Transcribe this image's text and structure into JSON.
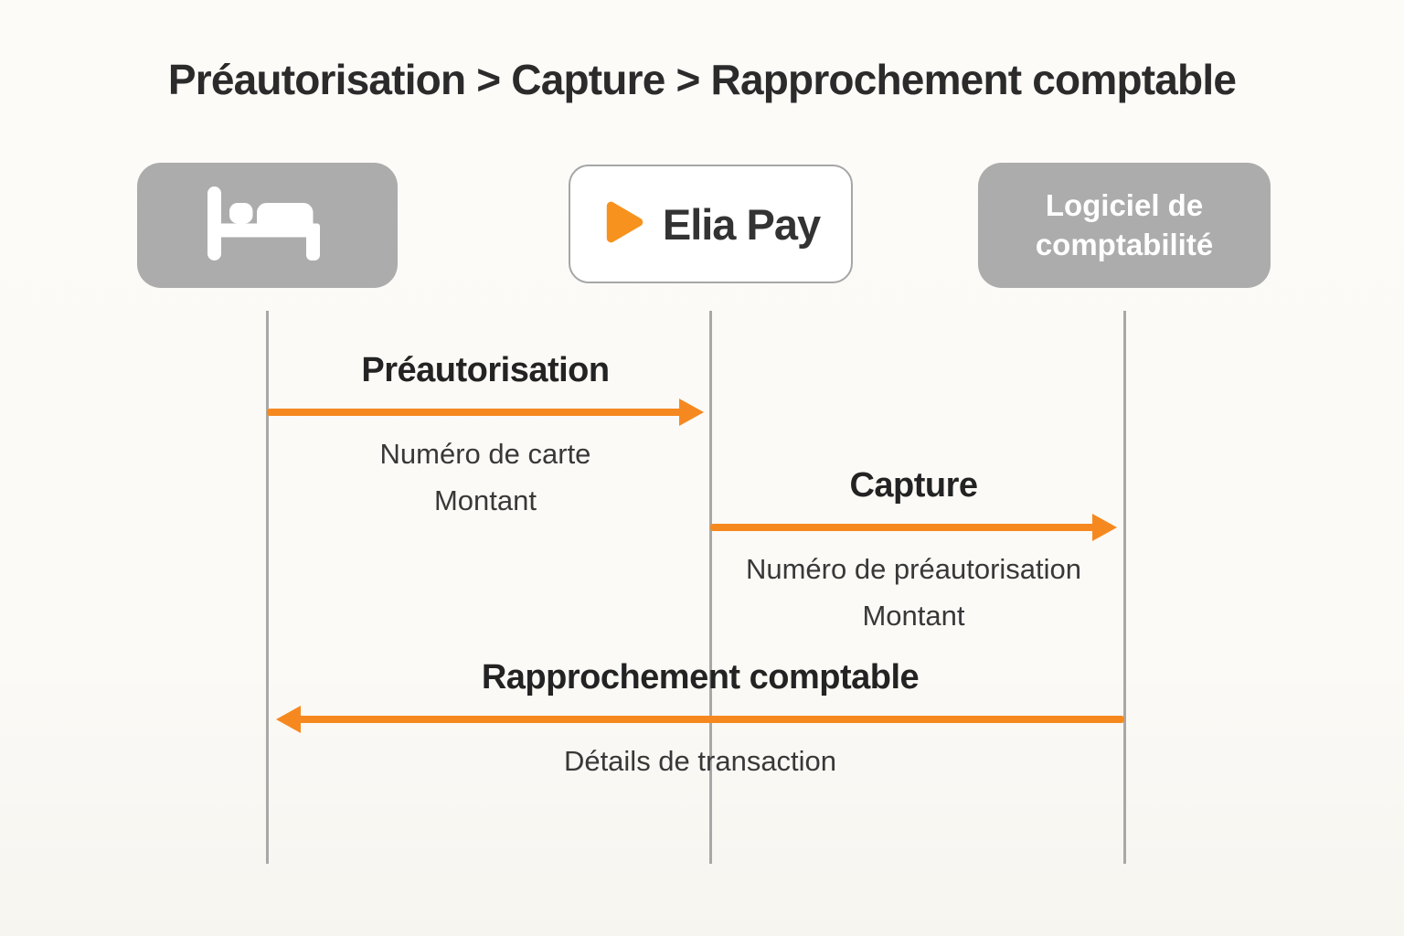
{
  "title": "Préautorisation > Capture > Rapprochement comptable",
  "colors": {
    "accent_orange": "#F5891F",
    "actor_box_gray": "#ACACAC",
    "background": "#FBFAF6"
  },
  "actors": {
    "hotel": {
      "icon": "bed-icon"
    },
    "payment": {
      "label": "Elia Pay",
      "icon": "play-icon"
    },
    "accounting": {
      "label": "Logiciel de comptabilité"
    }
  },
  "messages": [
    {
      "label": "Préautorisation",
      "from": "hotel",
      "to": "payment",
      "direction": "right",
      "details": [
        "Numéro de carte",
        "Montant"
      ]
    },
    {
      "label": "Capture",
      "from": "payment",
      "to": "accounting",
      "direction": "right",
      "details": [
        "Numéro de préautorisation",
        "Montant"
      ]
    },
    {
      "label": "Rapprochement comptable",
      "from": "accounting",
      "to": "hotel",
      "direction": "left",
      "details": [
        "Détails de transaction"
      ]
    }
  ]
}
